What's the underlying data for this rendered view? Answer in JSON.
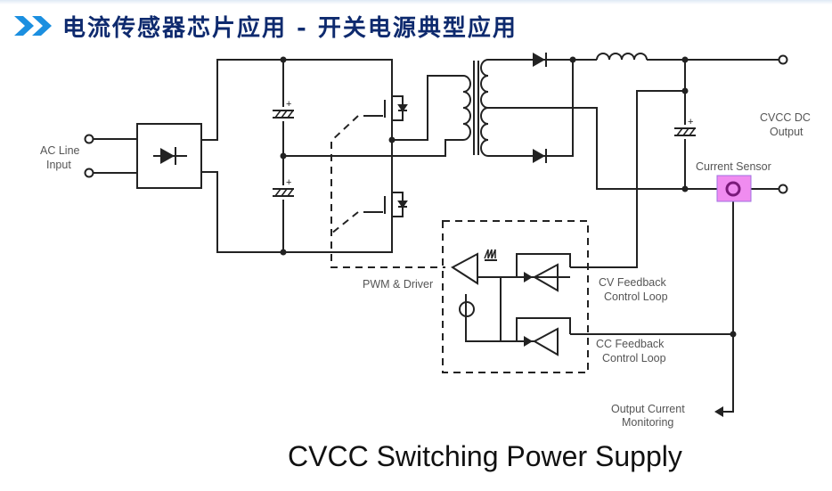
{
  "header": {
    "icon": "double-chevron-right-icon",
    "title": "电流传感器芯片应用 - 开关电源典型应用"
  },
  "diagram": {
    "caption": "CVCC Switching Power Supply",
    "labels": {
      "ac_input_line1": "AC Line",
      "ac_input_line2": "Input",
      "dc_output_line1": "CVCC DC",
      "dc_output_line2": "Output",
      "current_sensor": "Current Sensor",
      "pwm_driver": "PWM & Driver",
      "cv_loop_line1": "CV  Feedback",
      "cv_loop_line2": "Control Loop",
      "cc_loop_line1": "CC  Feedback",
      "cc_loop_line2": "Control Loop",
      "monitor_line1": "Output Current",
      "monitor_line2": "Monitoring"
    },
    "colors": {
      "wire": "#222222",
      "sensor_fill": "#f08cf0",
      "sensor_ring": "#7a1a7a",
      "title": "#0e2a6e",
      "chevron": "#1b8fe0"
    }
  }
}
